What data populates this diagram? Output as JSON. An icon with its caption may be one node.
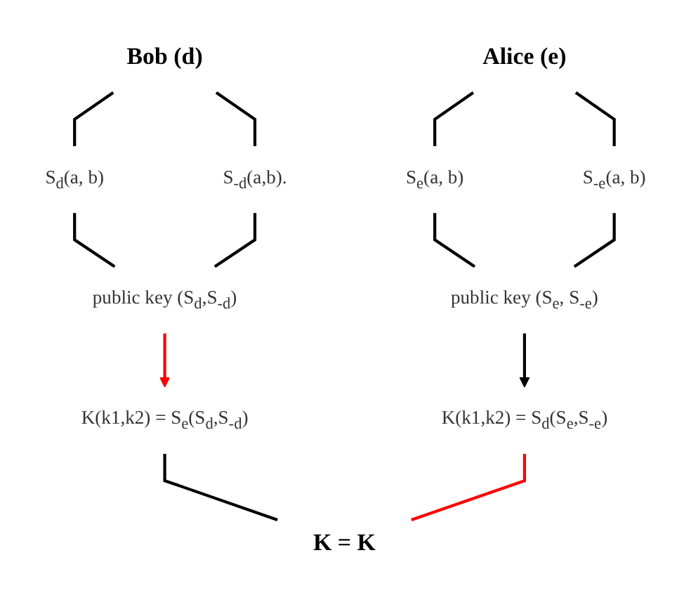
{
  "diagram": {
    "nodes": [
      {
        "text": [
          "Alice (e)"
        ]
      },
      {
        "text": [
          "Bob (d)"
        ]
      },
      {
        "text": [
          "S$_{e}$(a, b)"
        ]
      },
      {
        "text": [
          "S$_{-e}$(a, b)"
        ]
      },
      {
        "text": [
          "S$_{d}$(a, b)"
        ]
      },
      {
        "text": [
          "S$_{-d}$(a,b)."
        ]
      },
      {
        "text": [
          "public key (S$_{e}$, S$_{-e}$)"
        ]
      },
      {
        "text": [
          "public key (S$_{d}$,S$_{-d}$)"
        ]
      },
      {
        "text": [
          "K(k1,k2) = S$_{e}$(S$_{d}$,S$_{-d}$)"
        ]
      },
      {
        "text": [
          "K(k1,k2) = S$_{d}$(S$_{e}$,S$_{-e}$)"
        ]
      },
      {
        "text": [
          "K = K"
        ]
      }
    ],
    "edges": [
      {
        "from": 0,
        "to": 2,
        "arrow": "none"
      },
      {
        "from": 0,
        "to": 3,
        "arrow": "none"
      },
      {
        "from": 1,
        "to": 4,
        "arrow": "none"
      },
      {
        "from": 1,
        "to": 5,
        "arrow": "none"
      },
      {
        "from": 2,
        "to": 6,
        "arrow": "none"
      },
      {
        "from": 3,
        "to": 6,
        "arrow": "none"
      },
      {
        "from": 4,
        "to": 7,
        "arrow": "none"
      },
      {
        "from": 5,
        "to": 7,
        "arrow": "none"
      },
      {
        "from": 6,
        "to": 9,
        "arrow": "to"
      },
      {
        "from": 7,
        "to": 8,
        "arrow": "to",
        "color": "#ff0000"
      },
      {
        "from": 8,
        "to": 10,
        "arrow": "none"
      },
      {
        "from": 9,
        "to": 10,
        "arrow": "none",
        "color": "#ff0000"
      }
    ]
  }
}
